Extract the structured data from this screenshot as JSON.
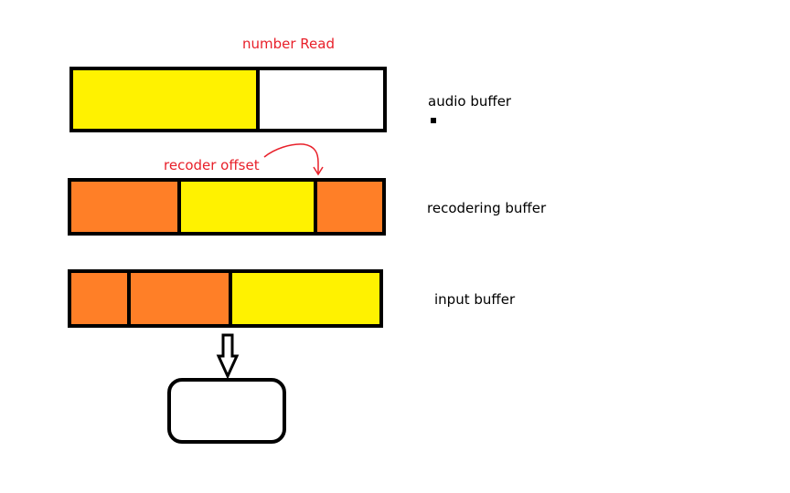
{
  "labels": {
    "number_read": "number Read",
    "audio_buffer": "audio buffer",
    "recoder_offset": "recoder offset",
    "recodering_buffer": "recodering buffer",
    "input_buffer": "input buffer"
  },
  "colors": {
    "yellow": "#fff200",
    "orange": "#ff7f27",
    "white": "#ffffff",
    "red": "#e8202a"
  },
  "buffers": {
    "audio": {
      "segments": [
        "yellow",
        "white"
      ]
    },
    "recodering": {
      "segments": [
        "orange",
        "yellow",
        "orange"
      ]
    },
    "input": {
      "segments": [
        "orange",
        "orange",
        "yellow"
      ]
    }
  }
}
